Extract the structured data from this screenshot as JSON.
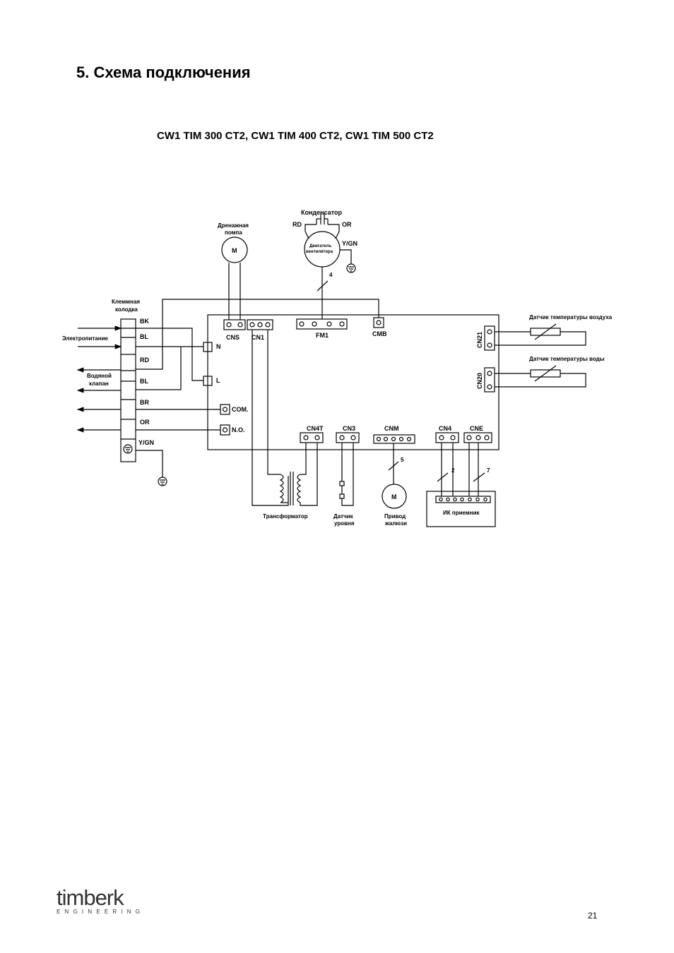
{
  "page": {
    "heading": "5. Схема подключения",
    "subheading": "CW1 TIM 300 CT2, CW1 TIM 400 CT2, CW1 TIM 500 CT2",
    "page_number": "21"
  },
  "logo": {
    "word": "timberk",
    "tagline": "ENGINEERING"
  },
  "diagram": {
    "labels": {
      "condenser": "Конденсатор",
      "rd": "RD",
      "or": "OR",
      "drain_pump_1": "Дренажная",
      "drain_pump_2": "помпа",
      "motor_m": "M",
      "fan_motor_1": "Двигатель",
      "fan_motor_2": "вентилятора",
      "ygn": "Y/GN",
      "wire4": "4",
      "terminal_block_1": "Клеммная",
      "terminal_block_2": "колодка",
      "power_supply": "Электропитание",
      "water_valve_1": "Водяной",
      "water_valve_2": "клапан",
      "air_temp_sensor": "Датчик температуры воздуха",
      "water_temp_sensor": "Датчик температуры воды",
      "transformer": "Трансформатор",
      "level_sensor_1": "Датчик",
      "level_sensor_2": "уровня",
      "louver_drive_1": "Привод",
      "louver_drive_2": "жалюзи",
      "ir_receiver": "ИК приемник",
      "wire2": "2",
      "wire5": "5",
      "wire7": "7",
      "n": "N",
      "l": "L",
      "com": "COM.",
      "no": "N.O."
    },
    "terminals": [
      "BK",
      "BL",
      "RD",
      "BL",
      "BR",
      "OR",
      "Y/GN"
    ],
    "connectors": {
      "cns": "CNS",
      "cn1": "CN1",
      "fm1": "FM1",
      "cmb": "CMB",
      "cn21": "CN21",
      "cn20": "CN20",
      "cn4t": "CN4T",
      "cn3": "CN3",
      "cnm": "CNM",
      "cn4": "CN4",
      "cne": "CNE"
    }
  }
}
